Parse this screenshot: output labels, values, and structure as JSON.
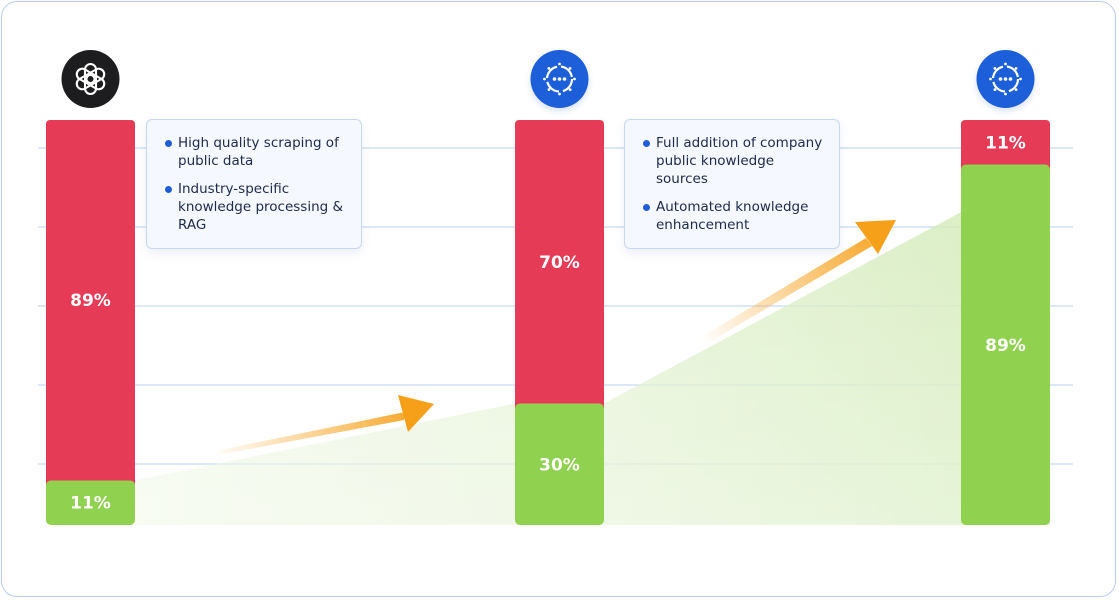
{
  "chart_data": {
    "type": "bar",
    "stacked": true,
    "ylim": [
      0,
      100
    ],
    "grid": true,
    "categories": [
      "",
      "",
      ""
    ],
    "series": [
      {
        "values": [
          11,
          30,
          89
        ],
        "color": "#90d150"
      },
      {
        "values": [
          89,
          70,
          11
        ],
        "color": "#e63b57"
      }
    ],
    "labels": [
      {
        "bottom": "11%",
        "top": "89%"
      },
      {
        "bottom": "30%",
        "top": "70%"
      },
      {
        "bottom": "89%",
        "top": "11%"
      }
    ],
    "icons": [
      "openai-logo-icon",
      "chat-bubble-gear-icon",
      "chat-bubble-gear-icon"
    ],
    "annotations": [
      {
        "items": [
          "High quality scraping of public data",
          "Industry-specific knowledge processing & RAG"
        ]
      },
      {
        "items": [
          "Full addition of company public knowledge sources",
          "Automated knowledge enhancement"
        ]
      }
    ],
    "colors": {
      "bad": "#e63b57",
      "good": "#90d150",
      "arrow": "#f6a01a",
      "accent": "#1f5ed8",
      "grid": "#b9cff2"
    }
  }
}
